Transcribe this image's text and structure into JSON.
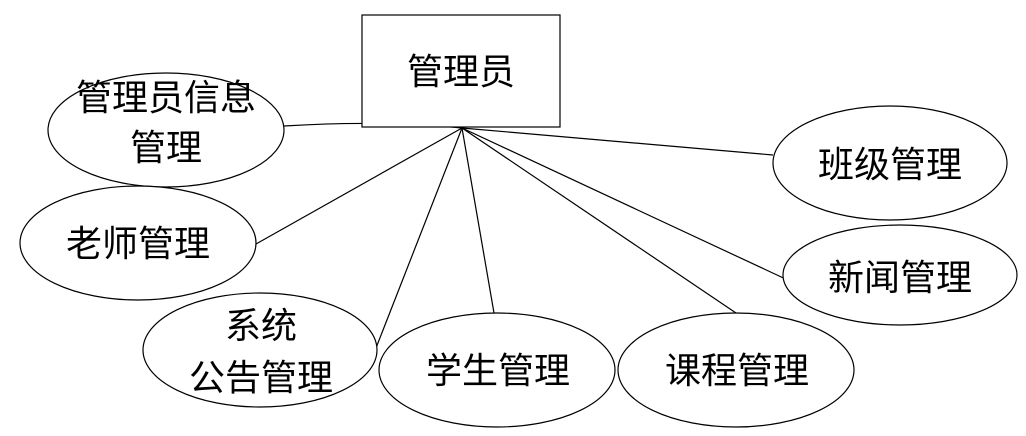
{
  "root": {
    "label": "管理员"
  },
  "nodes": [
    {
      "id": "admin-info",
      "lines": [
        "管理员信息",
        "管理"
      ]
    },
    {
      "id": "teacher",
      "lines": [
        "老师管理"
      ]
    },
    {
      "id": "announcement",
      "lines": [
        "系统",
        "公告管理"
      ]
    },
    {
      "id": "student",
      "lines": [
        "学生管理"
      ]
    },
    {
      "id": "course",
      "lines": [
        "课程管理"
      ]
    },
    {
      "id": "news",
      "lines": [
        "新闻管理"
      ]
    },
    {
      "id": "class",
      "lines": [
        "班级管理"
      ]
    }
  ]
}
